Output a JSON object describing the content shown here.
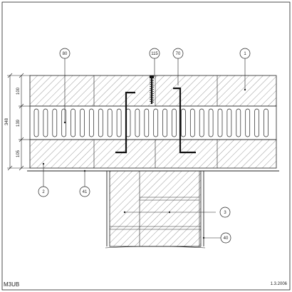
{
  "frame": {
    "code": "M3UB",
    "date": "1.3.2006"
  },
  "callouts": [
    "80",
    "115",
    "70",
    "1",
    "2",
    "41",
    "3",
    "40"
  ],
  "dimensions": {
    "total": "348",
    "top": "100",
    "middle": "139",
    "bottom": "105"
  },
  "colors": {
    "line": "#222222",
    "hatch": "#555555",
    "background": "#ffffff"
  }
}
